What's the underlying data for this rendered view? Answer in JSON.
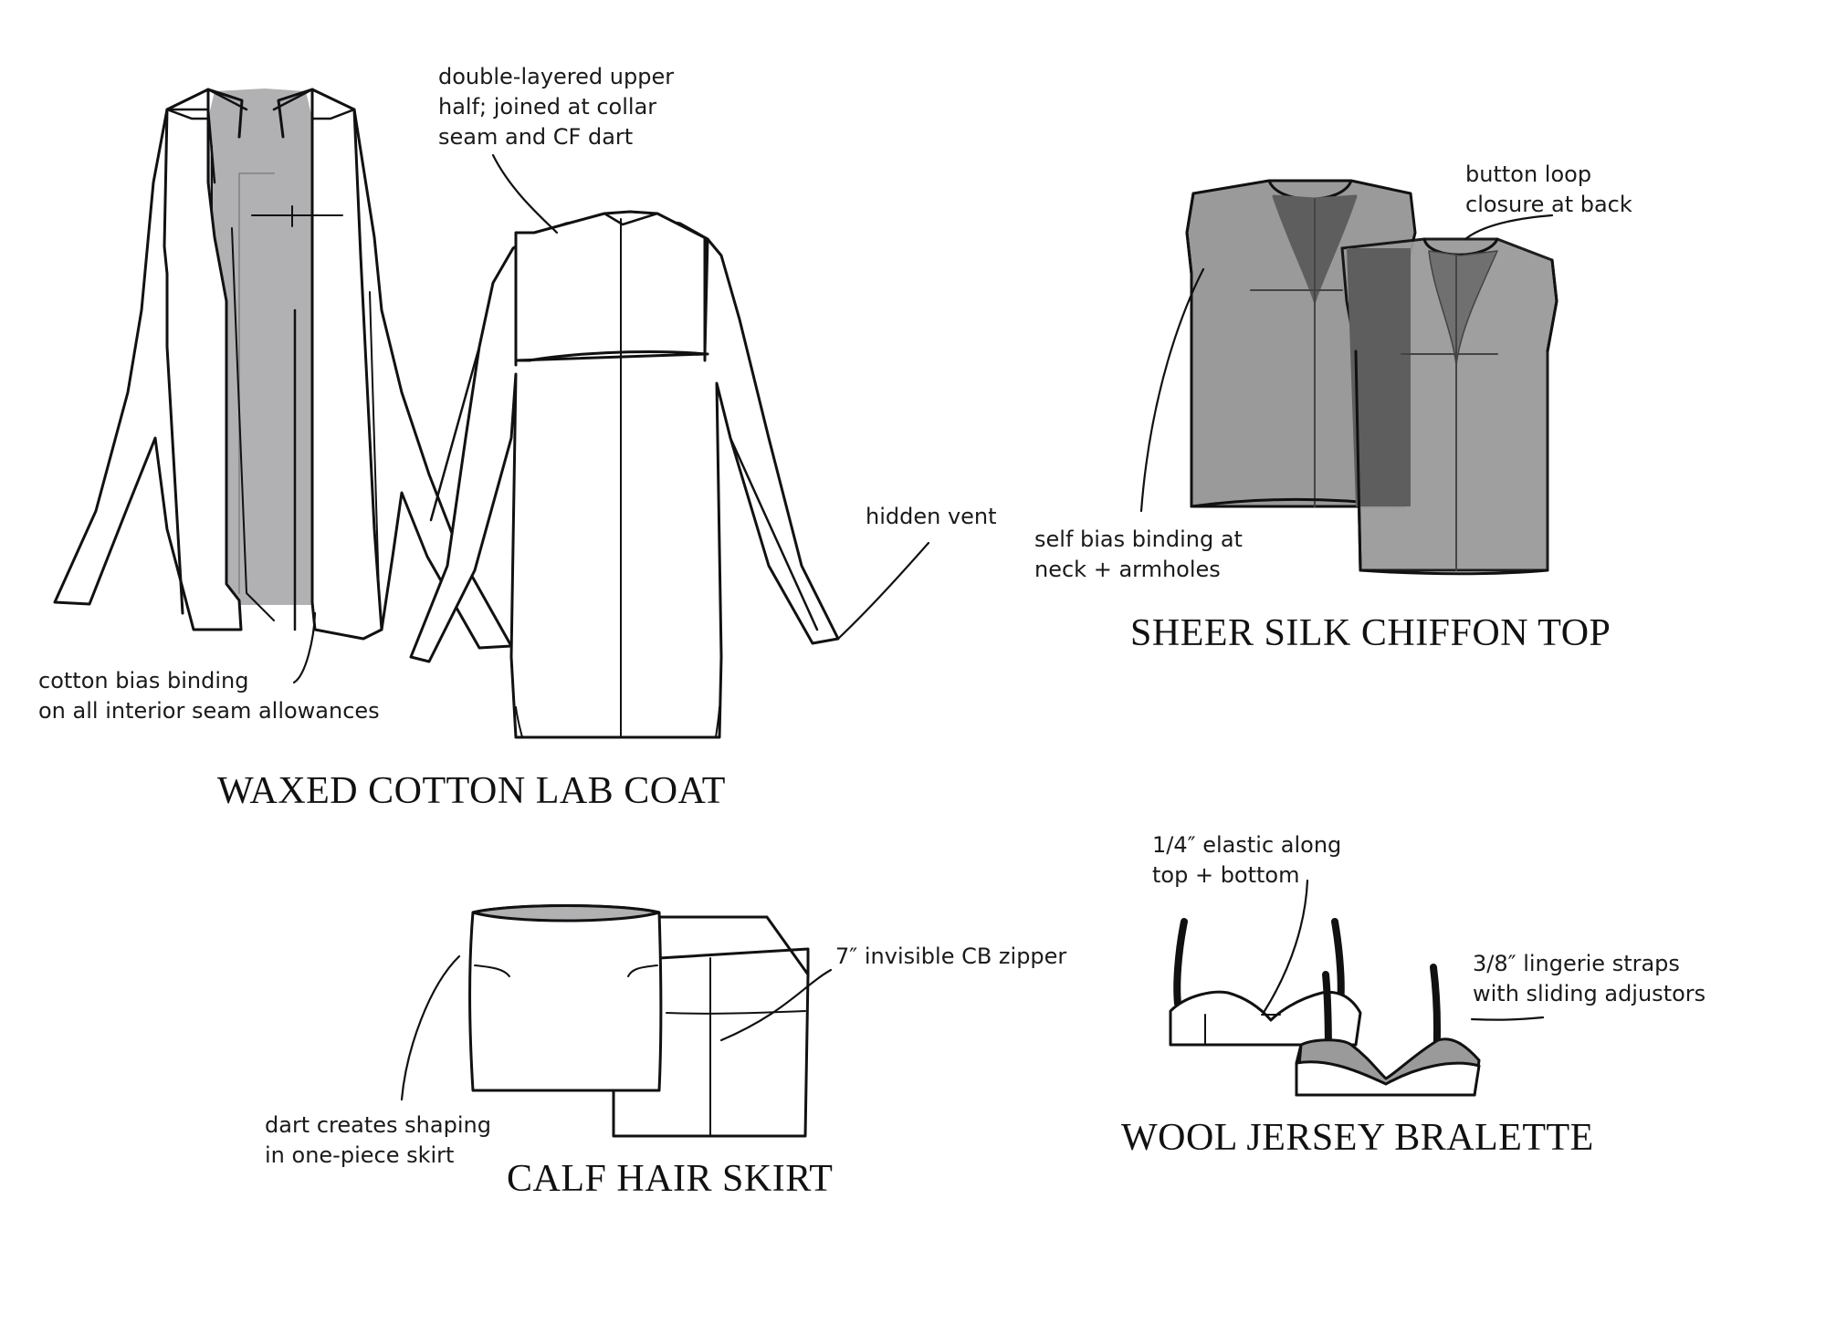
{
  "colors": {
    "outline": "#111111",
    "lining_gray": "#b1b1b3",
    "fabric_gray": "#9a9a9a",
    "sheer_dark": "#5e5e5e",
    "sheer_overlap": "#707070"
  },
  "garments": {
    "lab_coat": {
      "title": "WAXED COTTON LAB COAT",
      "notes": {
        "double_layer": [
          "double-layered upper",
          "half; joined at collar",
          "seam and CF dart"
        ],
        "hidden_vent": [
          "hidden vent"
        ],
        "bias_binding": [
          "cotton bias binding",
          "on all interior seam allowances"
        ]
      }
    },
    "chiffon_top": {
      "title": "SHEER SILK CHIFFON TOP",
      "notes": {
        "button_loop": [
          "button loop",
          "closure at back"
        ],
        "self_bias": [
          "self bias binding at",
          "neck + armholes"
        ]
      }
    },
    "skirt": {
      "title": "CALF HAIR SKIRT",
      "notes": {
        "zipper": [
          "7″ invisible CB zipper"
        ],
        "dart": [
          "dart creates shaping",
          "in one-piece skirt"
        ]
      }
    },
    "bralette": {
      "title": "WOOL JERSEY BRALETTE",
      "notes": {
        "elastic": [
          "1/4″ elastic along",
          "top + bottom"
        ],
        "straps": [
          "3/8″ lingerie straps",
          "with sliding adjustors"
        ]
      }
    }
  }
}
